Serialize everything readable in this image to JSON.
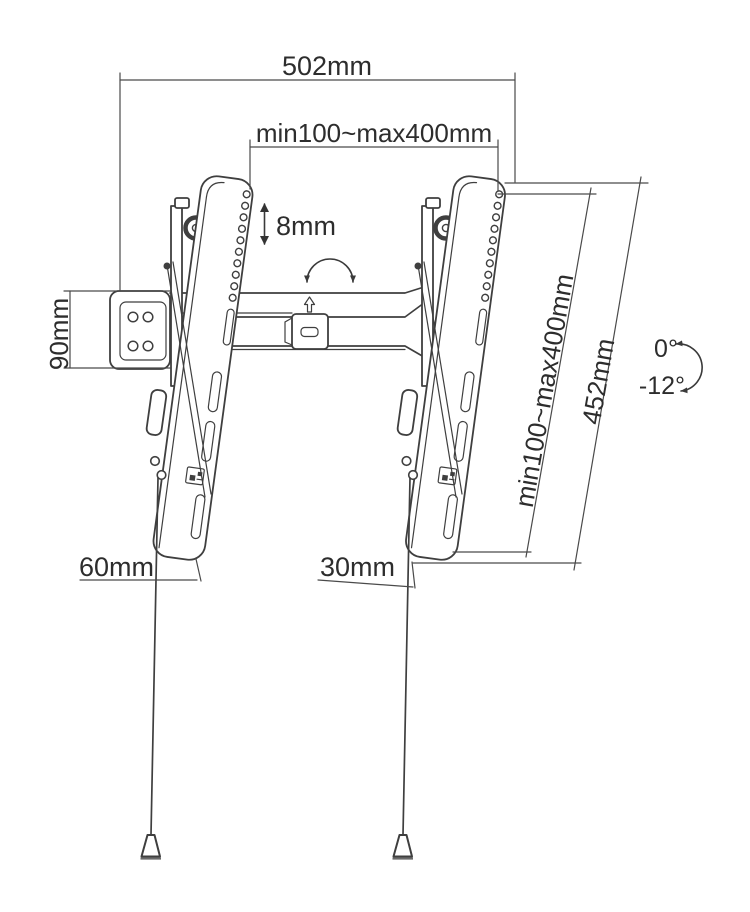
{
  "title": "Tilting TV wall mount bracket dimensional drawing",
  "colors": {
    "background": "#ffffff",
    "line": "#3f3f3f",
    "dimension_line": "#4a4a4a",
    "text": "#2d2d2d"
  },
  "dimensions": {
    "total_width": "502mm",
    "vesa_width_range": "min100~max400mm",
    "hole_spacing": "8mm",
    "wall_plate_height": "90mm",
    "vesa_height_range": "min100~max400mm",
    "bracket_length": "452mm",
    "tilt_upper": "0°",
    "tilt_lower": "-12°",
    "bottom_clearance_left": "60mm",
    "bottom_clearance_right": "30mm"
  }
}
